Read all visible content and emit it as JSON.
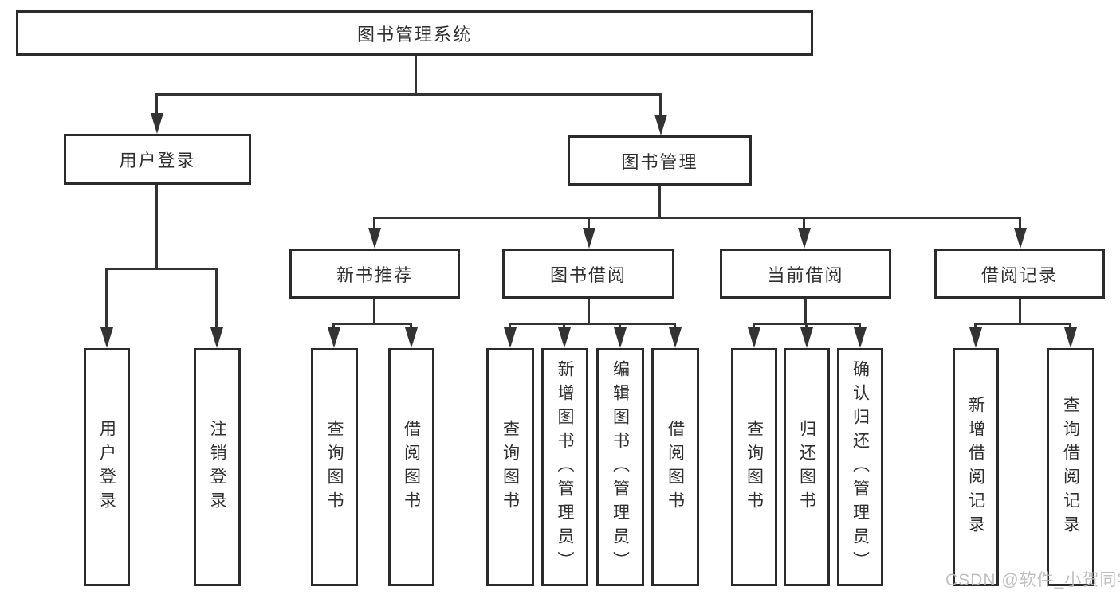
{
  "diagram": {
    "type": "hierarchy-tree",
    "title": "图书管理系统",
    "watermark": "CSDN @软件_小贺同学",
    "colors": {
      "line": "#333333",
      "border": "#2b2b2b",
      "fill": "#ffffff",
      "text": "#2f2f2f",
      "watermark": "#b9b9b9",
      "background": "#ffffff"
    },
    "nodes": [
      {
        "label": "图书管理系统",
        "parent": null,
        "orientation": "horizontal"
      },
      {
        "label": "用户登录",
        "parent": "图书管理系统",
        "orientation": "horizontal"
      },
      {
        "label": "图书管理",
        "parent": "图书管理系统",
        "orientation": "horizontal"
      },
      {
        "label": "新书推荐",
        "parent": "图书管理",
        "orientation": "horizontal"
      },
      {
        "label": "图书借阅",
        "parent": "图书管理",
        "orientation": "horizontal"
      },
      {
        "label": "当前借阅",
        "parent": "图书管理",
        "orientation": "horizontal"
      },
      {
        "label": "借阅记录",
        "parent": "图书管理",
        "orientation": "horizontal"
      },
      {
        "label": "用户登录",
        "parent": "用户登录",
        "orientation": "vertical"
      },
      {
        "label": "注销登录",
        "parent": "用户登录",
        "orientation": "vertical"
      },
      {
        "label": "查询图书",
        "parent": "新书推荐",
        "orientation": "vertical"
      },
      {
        "label": "借阅图书",
        "parent": "新书推荐",
        "orientation": "vertical"
      },
      {
        "label": "查询图书",
        "parent": "图书借阅",
        "orientation": "vertical"
      },
      {
        "label": "新增图书（管理员）",
        "parent": "图书借阅",
        "orientation": "vertical"
      },
      {
        "label": "编辑图书（管理员）",
        "parent": "图书借阅",
        "orientation": "vertical"
      },
      {
        "label": "借阅图书",
        "parent": "图书借阅",
        "orientation": "vertical"
      },
      {
        "label": "查询图书",
        "parent": "当前借阅",
        "orientation": "vertical"
      },
      {
        "label": "归还图书",
        "parent": "当前借阅",
        "orientation": "vertical"
      },
      {
        "label": "确认归还（管理员）",
        "parent": "当前借阅",
        "orientation": "vertical"
      },
      {
        "label": "新增借阅记录",
        "parent": "借阅记录",
        "orientation": "vertical"
      },
      {
        "label": "查询借阅记录",
        "parent": "借阅记录",
        "orientation": "vertical"
      }
    ]
  }
}
